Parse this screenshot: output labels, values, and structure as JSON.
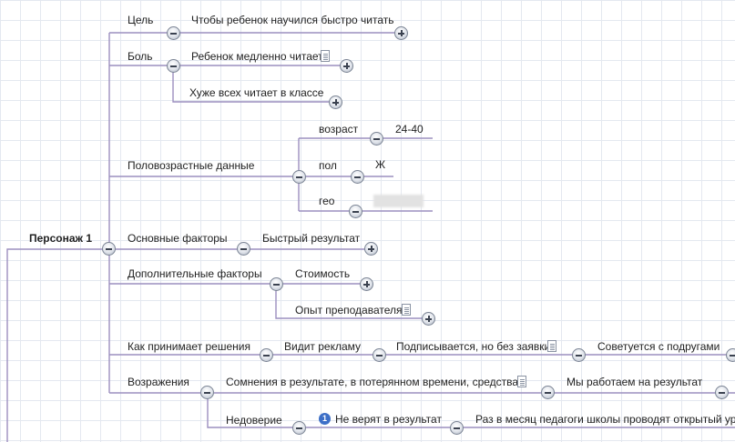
{
  "root": {
    "label": "Персонаж 1"
  },
  "branches": {
    "goal": {
      "label": "Цель",
      "child": "Чтобы ребенок научился быстро читать"
    },
    "pain": {
      "label": "Боль",
      "child1": "Ребенок медленно читает",
      "child2": "Хуже всех читает в классе"
    },
    "demo": {
      "label": "Половозрастные данные",
      "age_label": "возраст",
      "age_value": "24-40",
      "sex_label": "пол",
      "sex_value": "Ж",
      "geo_label": "гео"
    },
    "factors": {
      "label": "Основные факторы",
      "child": "Быстрый результат"
    },
    "extra": {
      "label": "Дополнительные факторы",
      "child1": "Стоимость",
      "child2": "Опыт преподавателя"
    },
    "decision": {
      "label": "Как принимает решения",
      "step1": "Видит рекламу",
      "step2": "Подписывается, но без заявки",
      "step3": "Советуется с подругами"
    },
    "objections": {
      "label": "Возражения",
      "child1": "Сомнения в результате, в потерянном времени, средствах.",
      "child1_next": "Мы работаем на результат",
      "child2": "Недоверие",
      "child2_a": "Не верят в результат",
      "child2_b": "Раз в месяц педагоги школы проводят открытый урок",
      "child2_a_badge": "1"
    }
  }
}
